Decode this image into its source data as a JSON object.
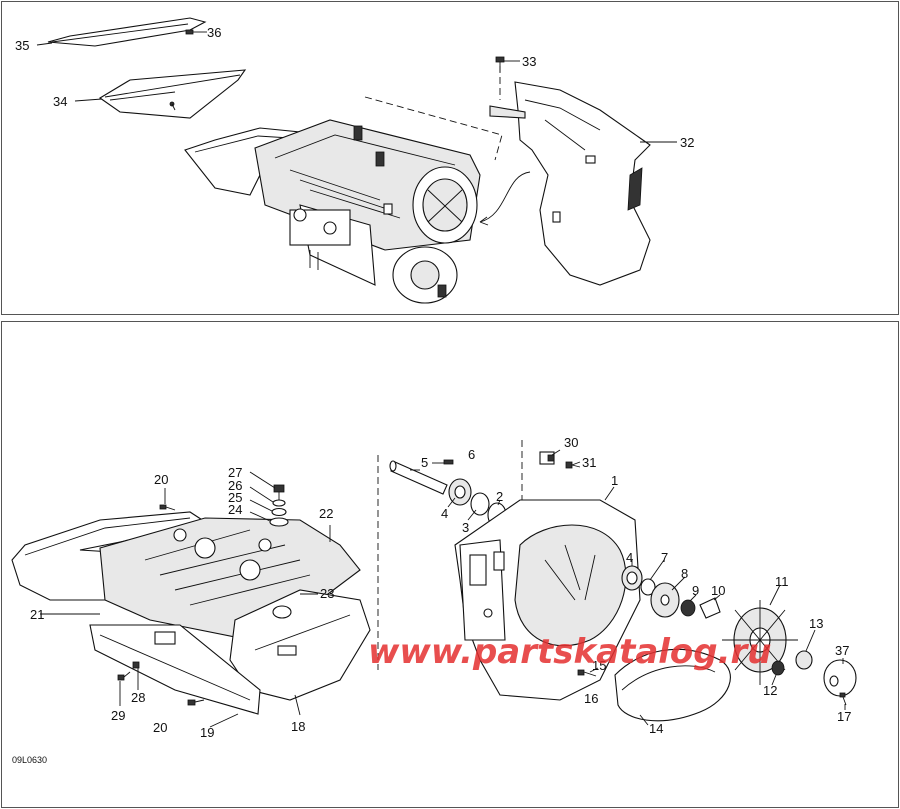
{
  "diagram": {
    "reference_code": "09L0630",
    "watermark": "www.partskatalog.ru",
    "top_panel": {
      "callouts": {
        "c32": "32",
        "c33": "33",
        "c34": "34",
        "c35": "35",
        "c36": "36"
      }
    },
    "bottom_panel": {
      "callouts": {
        "c1": "1",
        "c2": "2",
        "c3": "3",
        "c4a": "4",
        "c4b": "4",
        "c5": "5",
        "c6": "6",
        "c7": "7",
        "c8": "8",
        "c9": "9",
        "c10": "10",
        "c11": "11",
        "c12": "12",
        "c13": "13",
        "c14": "14",
        "c15": "15",
        "c16": "16",
        "c17": "17",
        "c18": "18",
        "c19": "19",
        "c20a": "20",
        "c20b": "20",
        "c21": "21",
        "c22": "22",
        "c23": "23",
        "c24": "24",
        "c25": "25",
        "c26": "26",
        "c27": "27",
        "c28": "28",
        "c29": "29",
        "c30": "30",
        "c31": "31",
        "c37": "37"
      }
    }
  }
}
